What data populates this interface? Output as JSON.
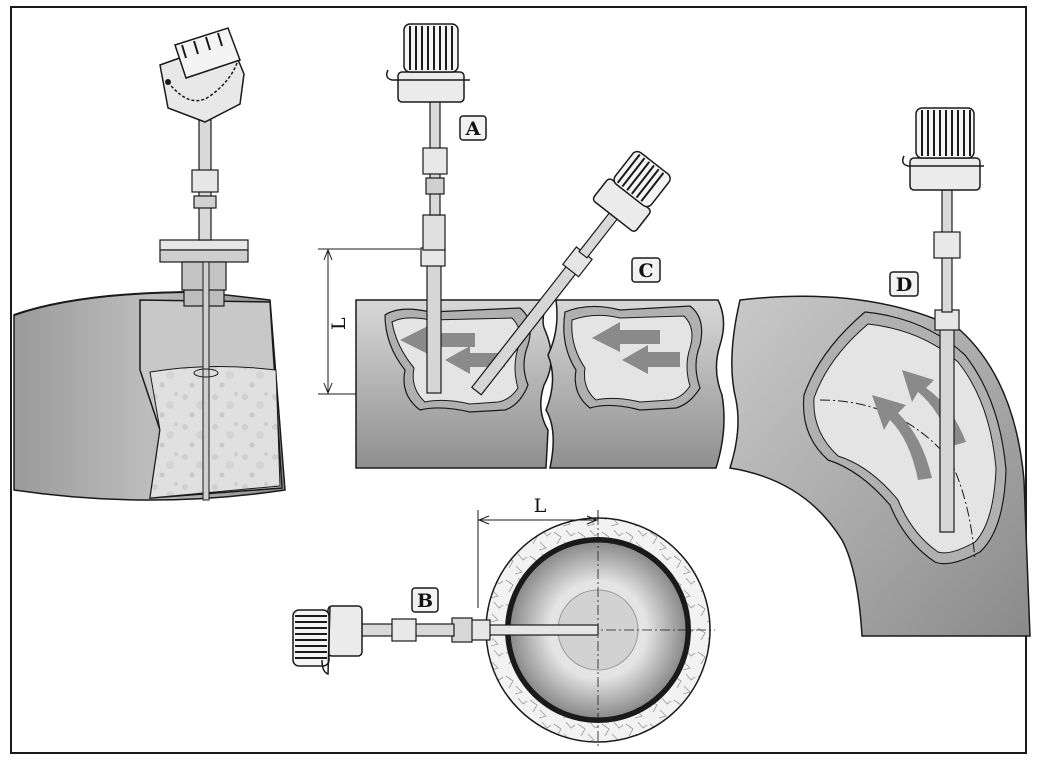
{
  "labels": {
    "a": "A",
    "b": "B",
    "c": "C",
    "d": "D"
  },
  "dimensions": {
    "length_vertical": "L",
    "length_horizontal": "L"
  },
  "colors": {
    "outline": "#1a1a1a",
    "pipe_dark": "#8e8e8e",
    "pipe_mid": "#b4b4b4",
    "pipe_light": "#dcdcdc",
    "pipe_inner": "#e6e6e6",
    "flow_arrow": "#8a8a8a",
    "concrete": "#e2e2e2"
  },
  "icons": [
    "thermometer-head-icon",
    "flow-arrow-icon",
    "dimension-arrow-icon"
  ]
}
